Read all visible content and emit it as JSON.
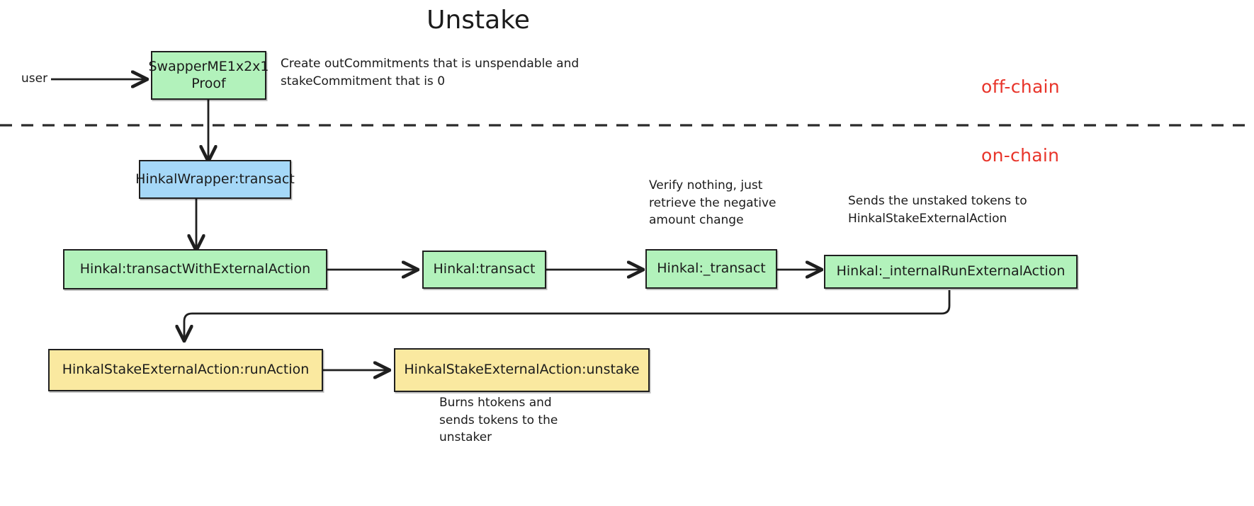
{
  "diagram": {
    "title": "Unstake",
    "zones": {
      "off_chain_label": "off-chain",
      "on_chain_label": "on-chain",
      "divider_style": "dashed"
    },
    "colors": {
      "green": "#b2f2bb",
      "blue": "#a5d8f8",
      "yellow": "#fae9a0",
      "stroke": "#1f1f1f",
      "zone_label": "#e8342a",
      "background": "#ffffff"
    },
    "actors": {
      "user": "user"
    },
    "nodes": [
      {
        "id": "swapper",
        "label": "SwapperME1x2x1\nProof",
        "color": "green"
      },
      {
        "id": "hinkalwrapper-transact",
        "label": "HinkalWrapper:transact",
        "color": "blue"
      },
      {
        "id": "hinkal-transactwithexternalaction",
        "label": "Hinkal:transactWithExternalAction",
        "color": "green"
      },
      {
        "id": "hinkal-transact",
        "label": "Hinkal:transact",
        "color": "green"
      },
      {
        "id": "hinkal-_transact",
        "label": "Hinkal:_transact",
        "color": "green"
      },
      {
        "id": "hinkal-_internalrunexternalaction",
        "label": "Hinkal:_internalRunExternalAction",
        "color": "green"
      },
      {
        "id": "hinkalstakeexternalaction-runaction",
        "label": "HinkalStakeExternalAction:runAction",
        "color": "yellow"
      },
      {
        "id": "hinkalstakeexternalaction-unstake",
        "label": "HinkalStakeExternalAction:unstake",
        "color": "yellow"
      }
    ],
    "notes": [
      {
        "id": "note-swapper",
        "text": "Create outCommitments that is unspendable and\nstakeCommitment that is 0"
      },
      {
        "id": "note-transact",
        "text": "Verify nothing, just\nretrieve the negative\namount change"
      },
      {
        "id": "note-externalaction",
        "text": "Sends the unstaked tokens to\nHinkalStakeExternalAction"
      },
      {
        "id": "note-unstake",
        "text": "Burns htokens and\nsends tokens to the\nunstaker"
      }
    ],
    "edges": [
      {
        "from": "user",
        "to": "swapper"
      },
      {
        "from": "swapper",
        "to": "hinkalwrapper-transact"
      },
      {
        "from": "hinkalwrapper-transact",
        "to": "hinkal-transactwithexternalaction"
      },
      {
        "from": "hinkal-transactwithexternalaction",
        "to": "hinkal-transact"
      },
      {
        "from": "hinkal-transact",
        "to": "hinkal-_transact"
      },
      {
        "from": "hinkal-_transact",
        "to": "hinkal-_internalrunexternalaction"
      },
      {
        "from": "hinkal-_internalrunexternalaction",
        "to": "hinkalstakeexternalaction-runaction"
      },
      {
        "from": "hinkalstakeexternalaction-runaction",
        "to": "hinkalstakeexternalaction-unstake"
      }
    ]
  }
}
